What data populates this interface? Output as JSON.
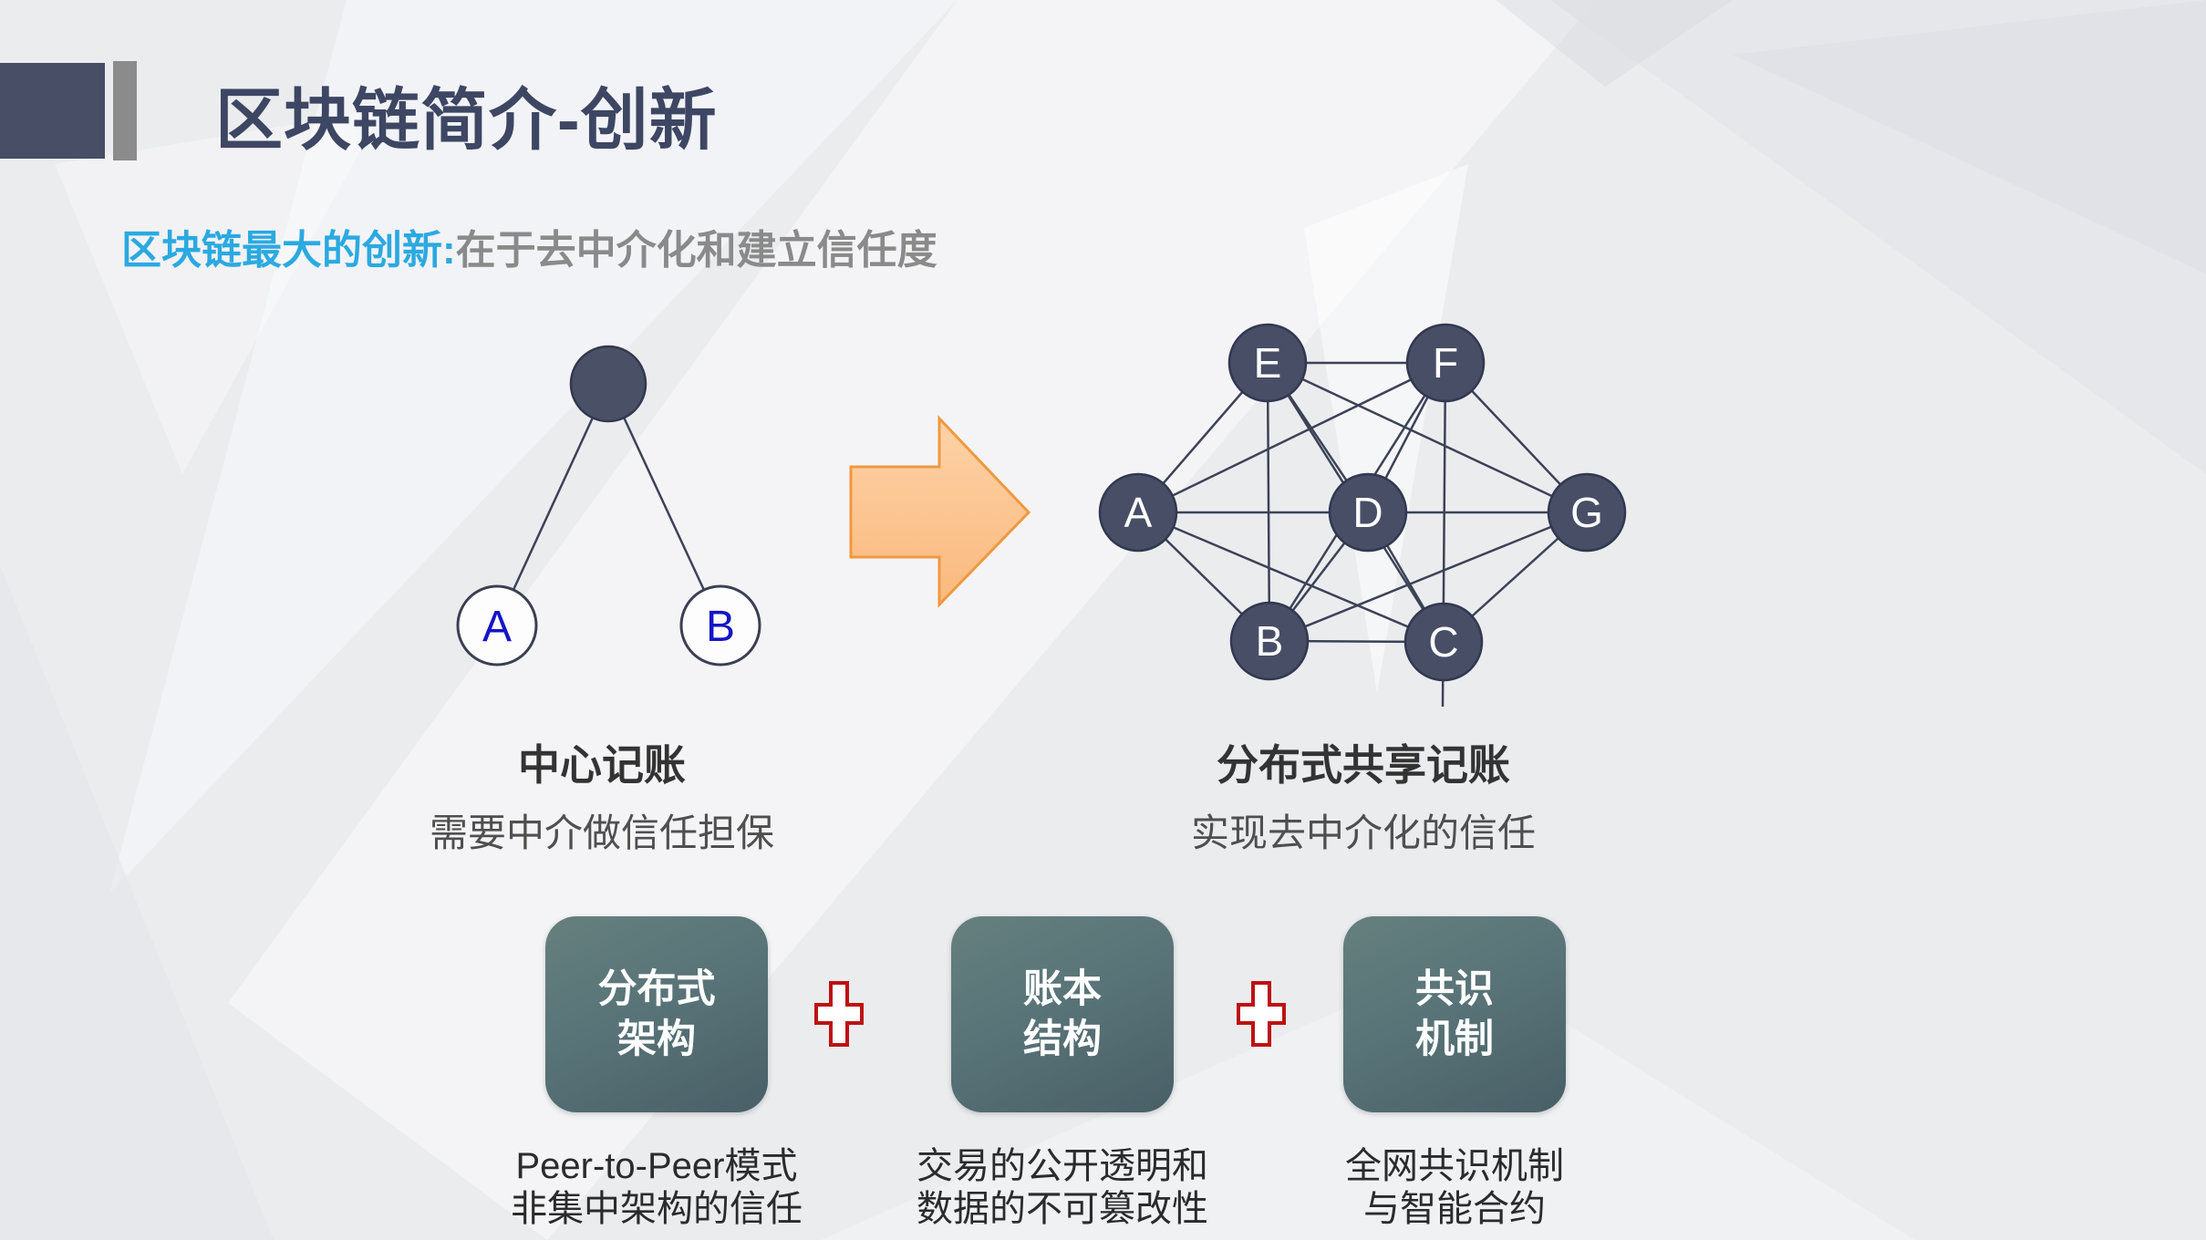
{
  "slide": {
    "title": "区块链简介-创新",
    "subtitle_highlight": "区块链最大的创新:",
    "subtitle_rest": "在于去中介化和建立信任度"
  },
  "central_diagram": {
    "nodes": [
      {
        "label": "A"
      },
      {
        "label": "B"
      }
    ],
    "caption_title": "中心记账",
    "caption_sub": "需要中介做信任担保"
  },
  "arrow": {
    "name": "right-block-arrow",
    "fill": "#fcc795",
    "stroke": "#f0983f"
  },
  "distributed_diagram": {
    "nodes": [
      {
        "label": "E"
      },
      {
        "label": "F"
      },
      {
        "label": "A"
      },
      {
        "label": "D"
      },
      {
        "label": "G"
      },
      {
        "label": "B"
      },
      {
        "label": "C"
      }
    ],
    "caption_title": "分布式共享记账",
    "caption_sub": "实现去中介化的信任"
  },
  "features": {
    "plus_color": "#be1111",
    "boxes": [
      {
        "line1": "分布式",
        "line2": "架构",
        "caption_line1": "Peer-to-Peer模式",
        "caption_line2": "非集中架构的信任"
      },
      {
        "line1": "账本",
        "line2": "结构",
        "caption_line1": "交易的公开透明和",
        "caption_line2": "数据的不可篡改性"
      },
      {
        "line1": "共识",
        "line2": "机制",
        "caption_line1": "全网共识机制",
        "caption_line2": "与智能合约"
      }
    ]
  },
  "colors": {
    "background": "#ebecee",
    "accent_navy": "#474e66",
    "accent_gray": "#8b8b8b",
    "title": "#3d4663",
    "subtitle_blue": "#2ba9e1",
    "subtitle_gray": "#8a8a8a",
    "node_fill": "#474e66",
    "edge": "#3c4257",
    "box_teal": "#587377",
    "plus_red": "#be1111"
  }
}
